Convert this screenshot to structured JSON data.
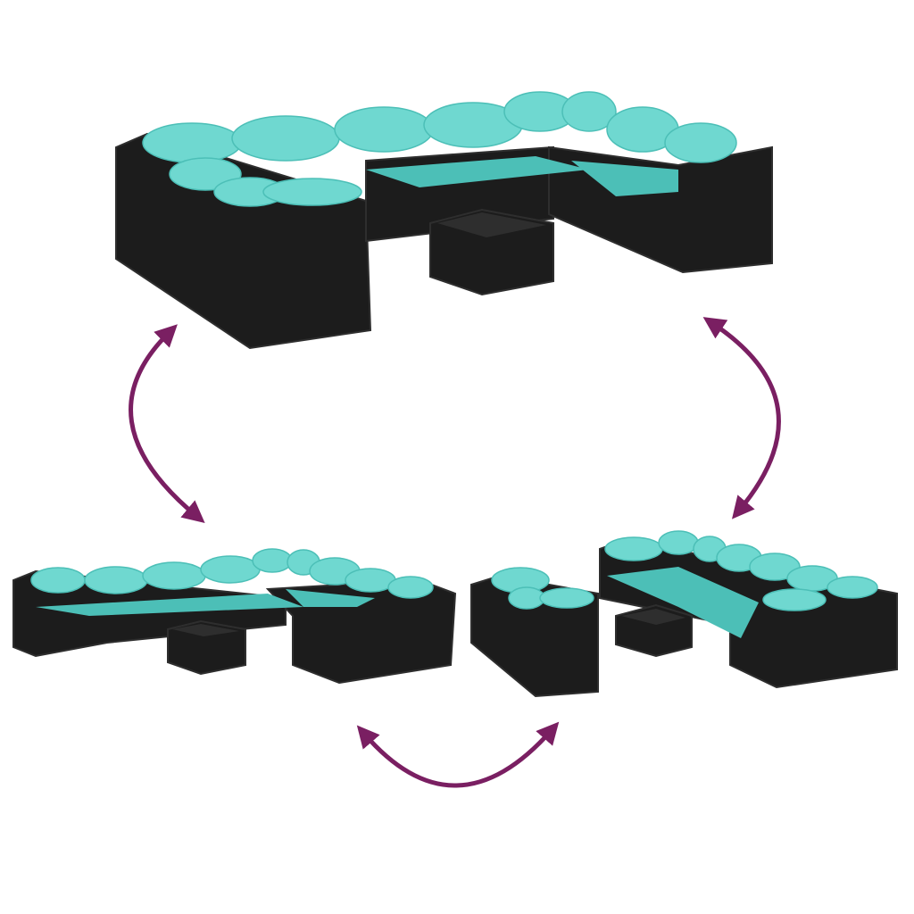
{
  "colors": {
    "background": "#ffffff",
    "rattan": "#1c1c1c",
    "rattan_edge": "#2e2e2e",
    "cushion": "#6fd8d0",
    "cushion_shade": "#4cbfb7",
    "arrow": "#7a1f62"
  },
  "scenes": [
    {
      "name": "full-sectional-set"
    },
    {
      "name": "configuration-left"
    },
    {
      "name": "configuration-right"
    }
  ],
  "arrows": [
    "top-left",
    "top-right",
    "bottom"
  ]
}
